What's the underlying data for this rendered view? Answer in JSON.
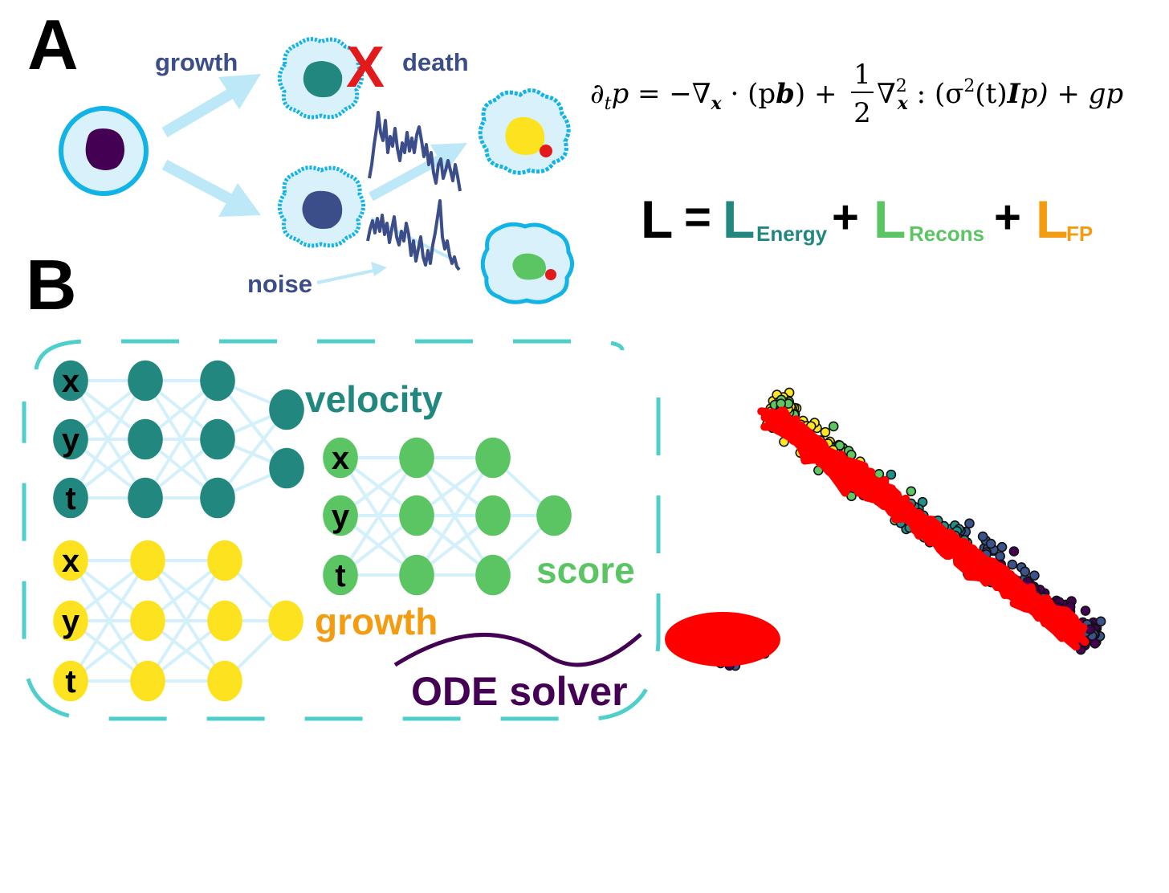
{
  "panels": {
    "a": "A",
    "b": "B"
  },
  "panel_a": {
    "growth_label": "growth",
    "death_label": "death",
    "noise_label": "noise",
    "death_mark": "X"
  },
  "equation": {
    "lhs": "∂",
    "lhs_sub": "t",
    "lhs_p": "p",
    "part_minus": " = −∇",
    "sub_x": "x",
    "part_pb": " · (p",
    "bold_b": "b",
    "close_plus": ") + ",
    "half_num": "1",
    "half_den": "2",
    "nabla": "∇",
    "nabla_sup": "2",
    "nabla_sub": "x",
    "colon_part": " : (σ",
    "sigma_sup": "2",
    "t_part": "(t)",
    "bold_I": "I",
    "p_close": "p) + gp"
  },
  "loss": {
    "L": "L",
    "eq": "=",
    "plus": "+",
    "energy_sub": "Energy",
    "recons_sub": "Recons",
    "fp_sub": "FP"
  },
  "networks": {
    "velocity": {
      "inputs": [
        "x",
        "y",
        "t"
      ],
      "output_label": "velocity"
    },
    "growth": {
      "inputs": [
        "x",
        "y",
        "t"
      ],
      "output_label": "growth"
    },
    "score": {
      "inputs": [
        "x",
        "y",
        "t"
      ],
      "output_label": "score"
    },
    "solver_label": "ODE solver"
  },
  "colors": {
    "teal": "#22877f",
    "green": "#5cc563",
    "yellow": "#fde31f",
    "orange": "#f39c12",
    "purple": "#440154",
    "navy": "#3b4e8a",
    "cyan": "#12b3e6",
    "light_cyan": "#bde8f8",
    "dash_teal": "#4fcfcc",
    "red": "#ff0000"
  }
}
